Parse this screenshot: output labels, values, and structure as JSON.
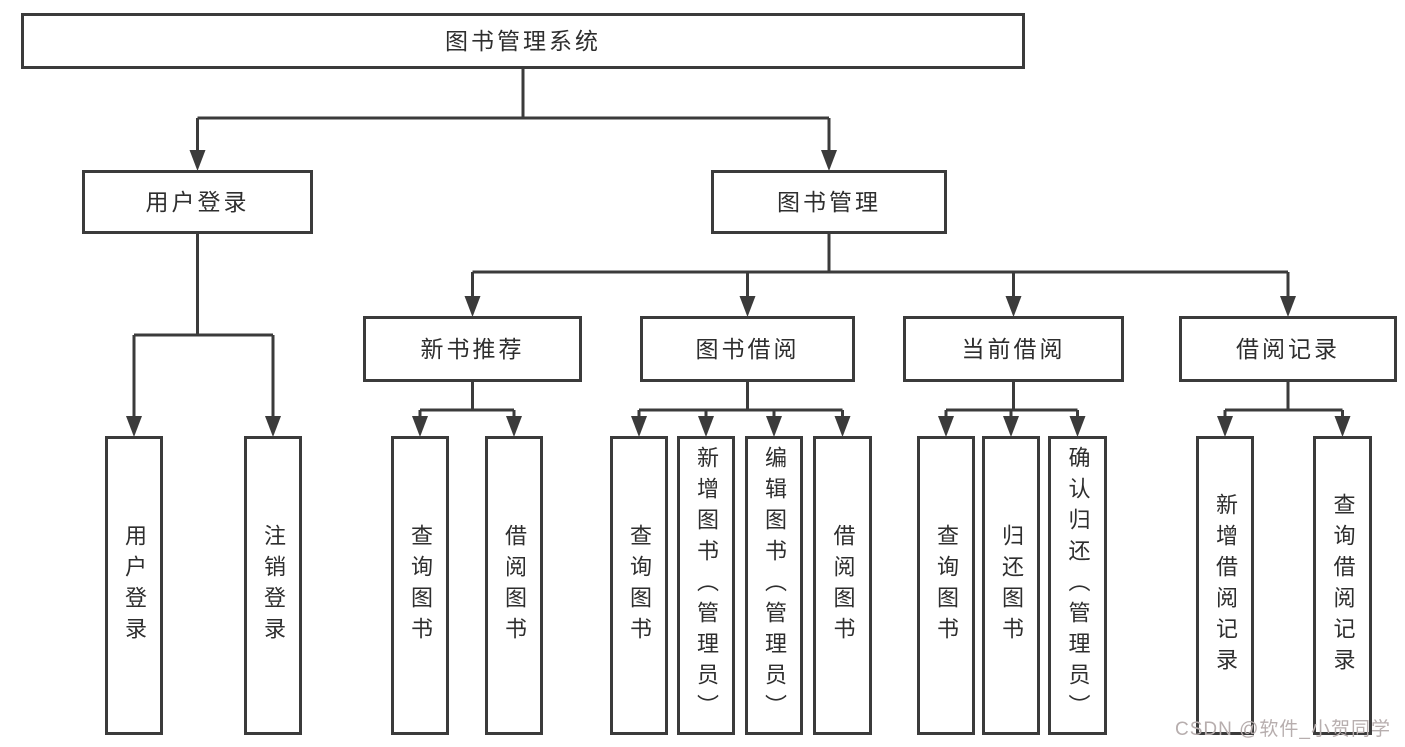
{
  "diagram": {
    "title": "图书管理系统",
    "nodes": [
      {
        "id": "root",
        "label": "图书管理系统",
        "children": [
          "login",
          "mgmt"
        ]
      },
      {
        "id": "login",
        "label": "用户登录",
        "children": [
          "login-user",
          "login-logout"
        ]
      },
      {
        "id": "mgmt",
        "label": "图书管理",
        "children": [
          "newrec",
          "borrow",
          "current",
          "record"
        ]
      },
      {
        "id": "newrec",
        "label": "新书推荐",
        "children": [
          "nr-query",
          "nr-borrow"
        ]
      },
      {
        "id": "borrow",
        "label": "图书借阅",
        "children": [
          "b-query",
          "b-add",
          "b-edit",
          "b-borrow"
        ]
      },
      {
        "id": "current",
        "label": "当前借阅",
        "children": [
          "c-query",
          "c-return",
          "c-confirm"
        ]
      },
      {
        "id": "record",
        "label": "借阅记录",
        "children": [
          "r-add",
          "r-query"
        ]
      },
      {
        "id": "login-user",
        "label": "用户登录"
      },
      {
        "id": "login-logout",
        "label": "注销登录"
      },
      {
        "id": "nr-query",
        "label": "查询图书"
      },
      {
        "id": "nr-borrow",
        "label": "借阅图书"
      },
      {
        "id": "b-query",
        "label": "查询图书"
      },
      {
        "id": "b-add",
        "label": "新增图书（管理员）"
      },
      {
        "id": "b-edit",
        "label": "编辑图书（管理员）"
      },
      {
        "id": "b-borrow",
        "label": "借阅图书"
      },
      {
        "id": "c-query",
        "label": "查询图书"
      },
      {
        "id": "c-return",
        "label": "归还图书"
      },
      {
        "id": "c-confirm",
        "label": "确认归还（管理员）"
      },
      {
        "id": "r-add",
        "label": "新增借阅记录"
      },
      {
        "id": "r-query",
        "label": "查询借阅记录"
      }
    ]
  },
  "watermark": {
    "text": "CSDN @软件_小贺同学",
    "color": "#b7aeae"
  },
  "colors": {
    "line": "#3b3b3b",
    "box_border": "#3b3b3b",
    "text": "#2e2e2e",
    "background": "#ffffff"
  }
}
